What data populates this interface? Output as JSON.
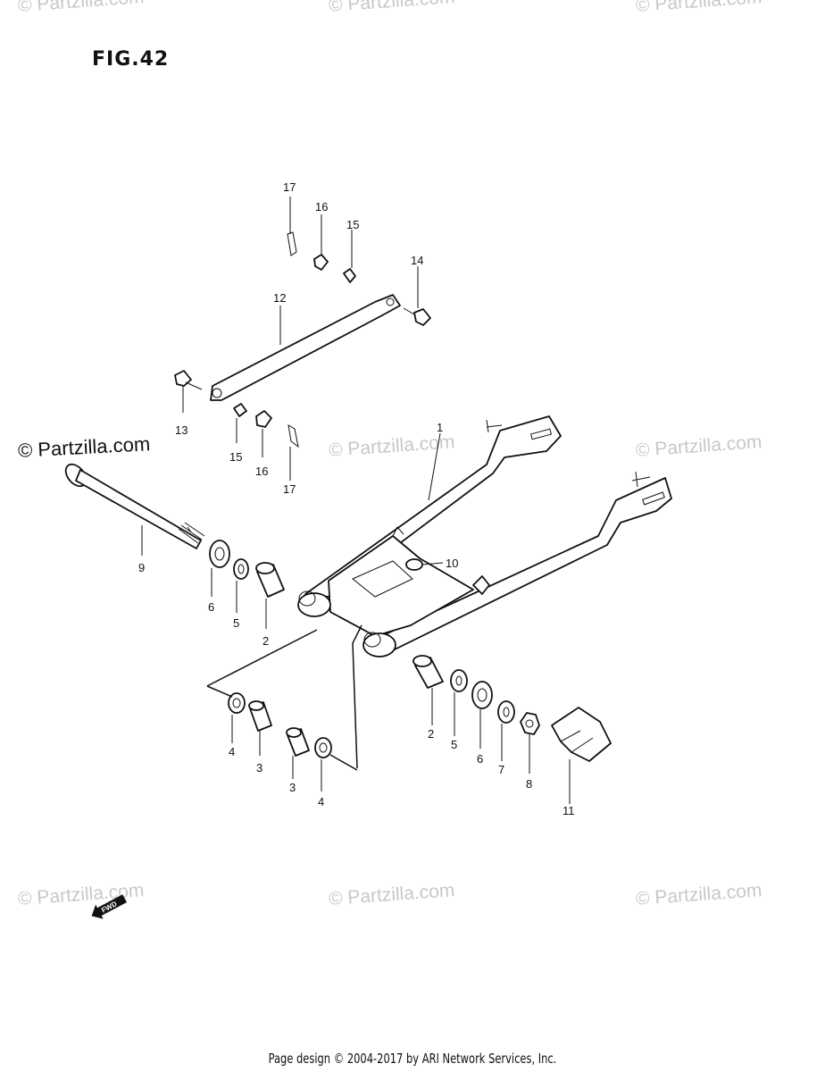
{
  "figure": {
    "title": "FIG.42"
  },
  "watermarks": {
    "text": "© Partzilla.com"
  },
  "footer": {
    "text": "Page design © 2004-2017 by ARI Network Services, Inc."
  },
  "fwd_badge": {
    "text": "FWD"
  },
  "parts": [
    {
      "key": "p1",
      "label": "1"
    },
    {
      "key": "p2a",
      "label": "2"
    },
    {
      "key": "p2b",
      "label": "2"
    },
    {
      "key": "p3a",
      "label": "3"
    },
    {
      "key": "p3b",
      "label": "3"
    },
    {
      "key": "p4a",
      "label": "4"
    },
    {
      "key": "p4b",
      "label": "4"
    },
    {
      "key": "p5a",
      "label": "5"
    },
    {
      "key": "p5b",
      "label": "5"
    },
    {
      "key": "p6a",
      "label": "6"
    },
    {
      "key": "p6b",
      "label": "6"
    },
    {
      "key": "p7",
      "label": "7"
    },
    {
      "key": "p8",
      "label": "8"
    },
    {
      "key": "p9",
      "label": "9"
    },
    {
      "key": "p10",
      "label": "10"
    },
    {
      "key": "p11",
      "label": "11"
    },
    {
      "key": "p12",
      "label": "12"
    },
    {
      "key": "p13",
      "label": "13"
    },
    {
      "key": "p14",
      "label": "14"
    },
    {
      "key": "p15a",
      "label": "15"
    },
    {
      "key": "p15b",
      "label": "15"
    },
    {
      "key": "p16a",
      "label": "16"
    },
    {
      "key": "p16b",
      "label": "16"
    },
    {
      "key": "p17a",
      "label": "17"
    },
    {
      "key": "p17b",
      "label": "17"
    }
  ]
}
